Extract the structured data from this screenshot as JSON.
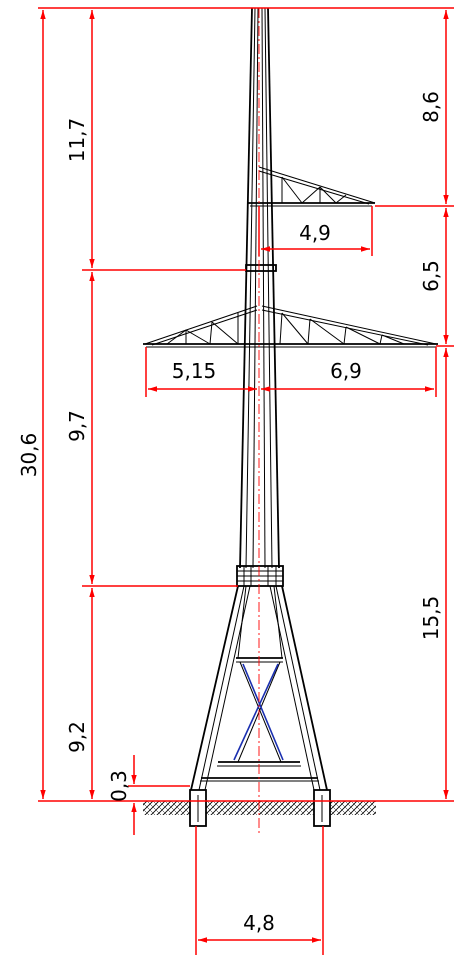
{
  "drawing": {
    "colors": {
      "dimension": "#ff0000",
      "structure": "#000000",
      "bracing": "#1a2fb0",
      "background": "#ffffff"
    },
    "dimensions": {
      "total_height": "30,6",
      "upper_segment": "11,7",
      "middle_segment": "9,7",
      "lower_segment": "9,2",
      "foundation_offset": "0,3",
      "top_to_upper_arm": "8,6",
      "upper_to_lower_arm": "6,5",
      "lower_arm_to_ground": "15,5",
      "upper_arm_span": "4,9",
      "lower_arm_left": "5,15",
      "lower_arm_right": "6,9",
      "base_width": "4,8"
    }
  }
}
